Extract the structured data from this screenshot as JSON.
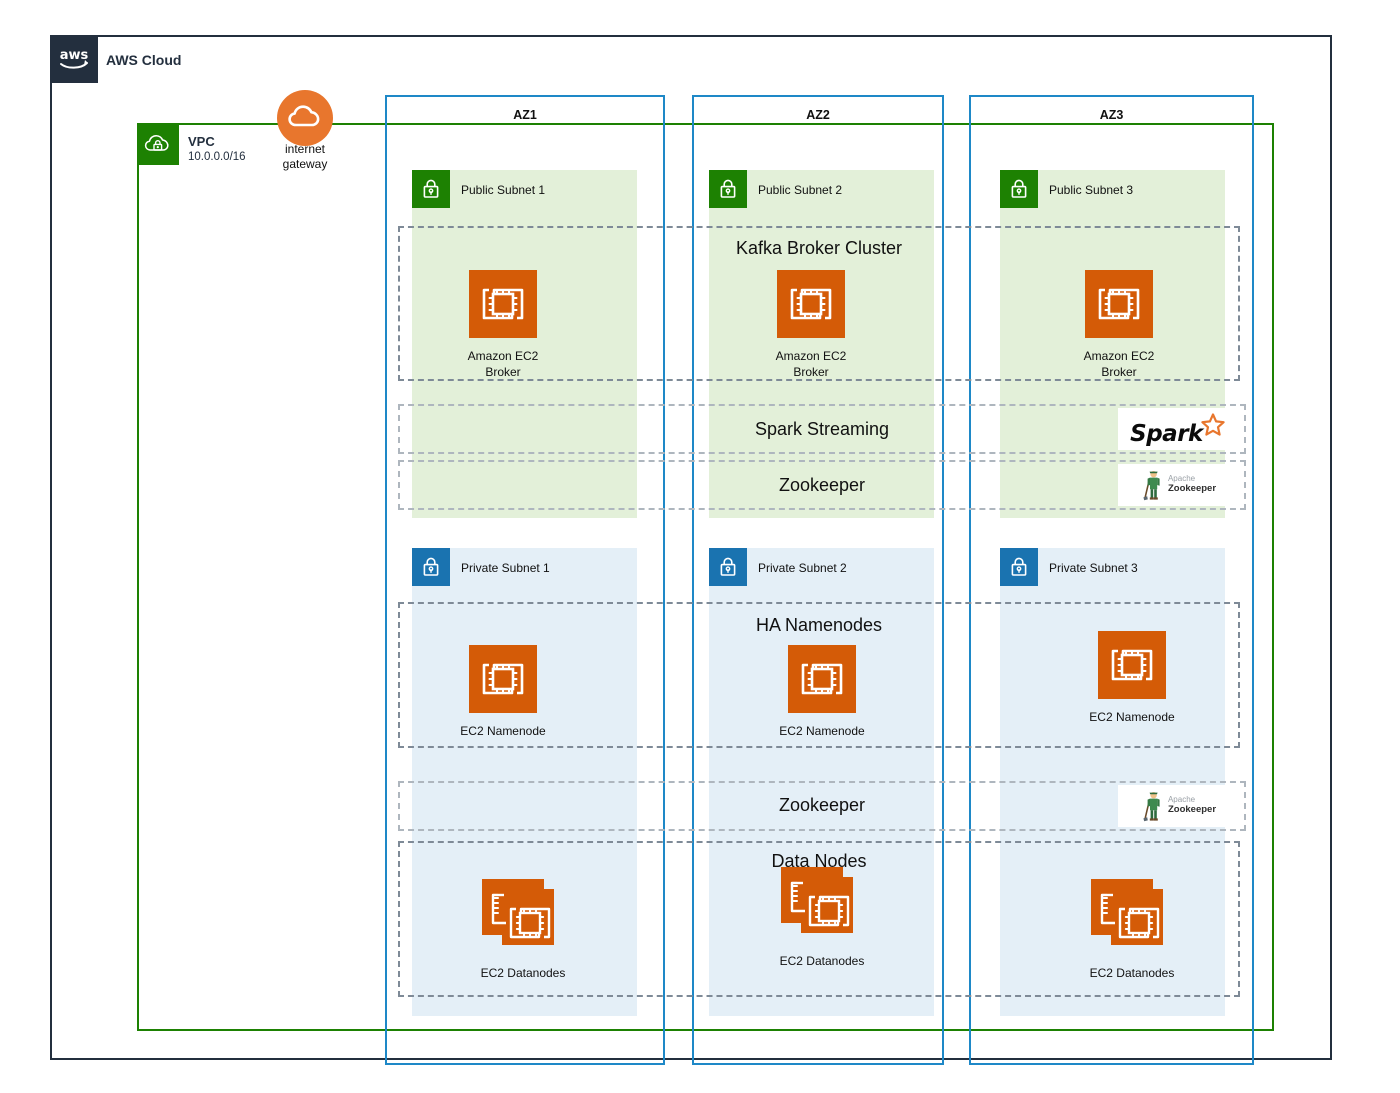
{
  "frame": {
    "aws_cloud_label": "AWS Cloud",
    "aws_logo_icon": "aws-logo-icon"
  },
  "vpc": {
    "title": "VPC",
    "cidr": "10.0.0.0/16",
    "icon": "vpc-lock-cloud-icon",
    "border_color": "#1D8102"
  },
  "internet_gateway": {
    "label_line1": "internet",
    "label_line2": "gateway",
    "icon": "internet-gateway-cloud-icon",
    "color": "#E8762D"
  },
  "availability_zones": [
    {
      "label": "AZ1"
    },
    {
      "label": "AZ2"
    },
    {
      "label": "AZ3"
    }
  ],
  "public_subnets": [
    {
      "label": "Public Subnet 1",
      "icon": "lock-icon"
    },
    {
      "label": "Public Subnet 2",
      "icon": "lock-icon"
    },
    {
      "label": "Public Subnet 3",
      "icon": "lock-icon"
    }
  ],
  "private_subnets": [
    {
      "label": "Private Subnet 1",
      "icon": "lock-icon"
    },
    {
      "label": "Private Subnet 2",
      "icon": "lock-icon"
    },
    {
      "label": "Private Subnet 3",
      "icon": "lock-icon"
    }
  ],
  "groups": {
    "kafka": {
      "title": "Kafka Broker Cluster",
      "nodes": [
        {
          "icon": "amazon-ec2-icon",
          "caption_line1": "Amazon EC2",
          "caption_line2": "Broker"
        },
        {
          "icon": "amazon-ec2-icon",
          "caption_line1": "Amazon EC2",
          "caption_line2": "Broker"
        },
        {
          "icon": "amazon-ec2-icon",
          "caption_line1": "Amazon EC2",
          "caption_line2": "Broker"
        }
      ]
    },
    "spark_streaming": {
      "title": "Spark Streaming",
      "logo_text": "Spark",
      "logo_icon": "spark-star-icon"
    },
    "zookeeper_public": {
      "title": "Zookeeper",
      "logo_apache": "Apache",
      "logo_name": "Zookeeper",
      "logo_icon": "apache-zookeeper-icon"
    },
    "ha_namenodes": {
      "title": "HA Namenodes",
      "nodes": [
        {
          "icon": "amazon-ec2-icon",
          "caption": "EC2 Namenode"
        },
        {
          "icon": "amazon-ec2-icon",
          "caption": "EC2 Namenode"
        },
        {
          "icon": "amazon-ec2-icon",
          "caption": "EC2 Namenode"
        }
      ]
    },
    "zookeeper_private": {
      "title": "Zookeeper",
      "logo_apache": "Apache",
      "logo_name": "Zookeeper",
      "logo_icon": "apache-zookeeper-icon"
    },
    "data_nodes": {
      "title": "Data Nodes",
      "nodes": [
        {
          "icon": "amazon-ec2-instances-icon",
          "caption": "EC2 Datanodes"
        },
        {
          "icon": "amazon-ec2-instances-icon",
          "caption": "EC2 Datanodes"
        },
        {
          "icon": "amazon-ec2-instances-icon",
          "caption": "EC2 Datanodes"
        }
      ]
    }
  },
  "colors": {
    "aws_navy": "#232F3E",
    "vpc_green": "#1D8102",
    "public_subnet_bg": "#E3F0D9",
    "private_subnet_bg": "#E4EFF7",
    "az_blue": "#1E88C7",
    "private_badge_blue": "#1A73B0",
    "ec2_orange": "#D45B07",
    "igw_orange": "#E8762D",
    "dashed_gray": "#7E8A97"
  }
}
